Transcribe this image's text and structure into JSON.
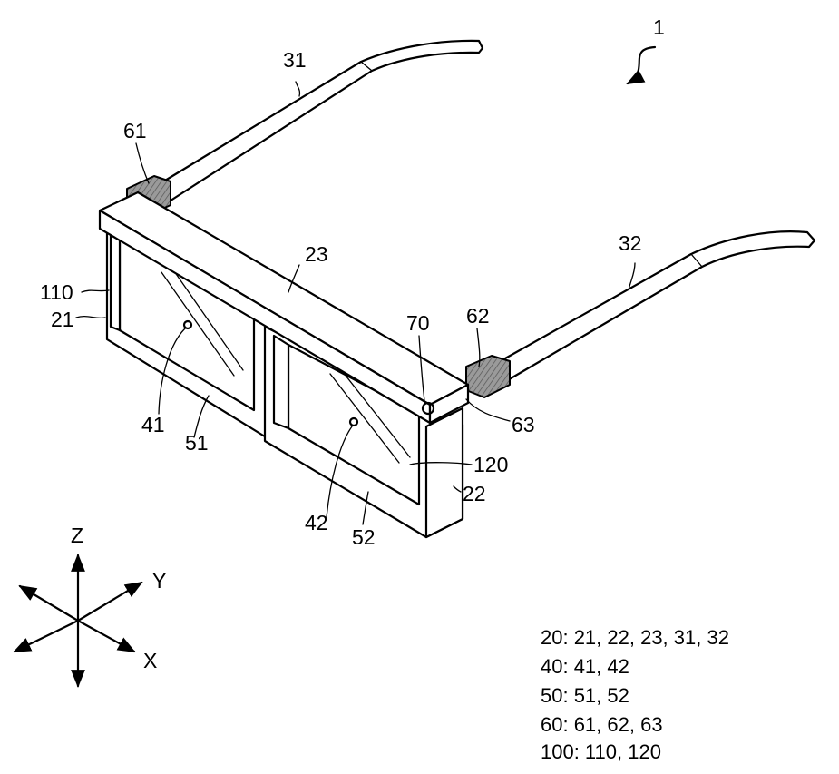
{
  "labels": {
    "device": "1",
    "temple_left": "31",
    "temple_right": "32",
    "hinge_left": "61",
    "hinge_right": "62",
    "hinge_right_lower": "63",
    "bridge": "23",
    "lens_left": "110",
    "frame_left": "21",
    "sensor_left": "41",
    "rim_left": "51",
    "camera": "70",
    "sensor_right": "42",
    "lens_right": "120",
    "frame_right": "22",
    "rim_right": "52"
  },
  "axes": {
    "z": "Z",
    "y": "Y",
    "x": "X"
  },
  "legend": [
    "20: 21, 22, 23, 31, 32",
    "40: 41, 42",
    "50: 51, 52",
    "60: 61, 62, 63",
    "100: 110, 120"
  ]
}
